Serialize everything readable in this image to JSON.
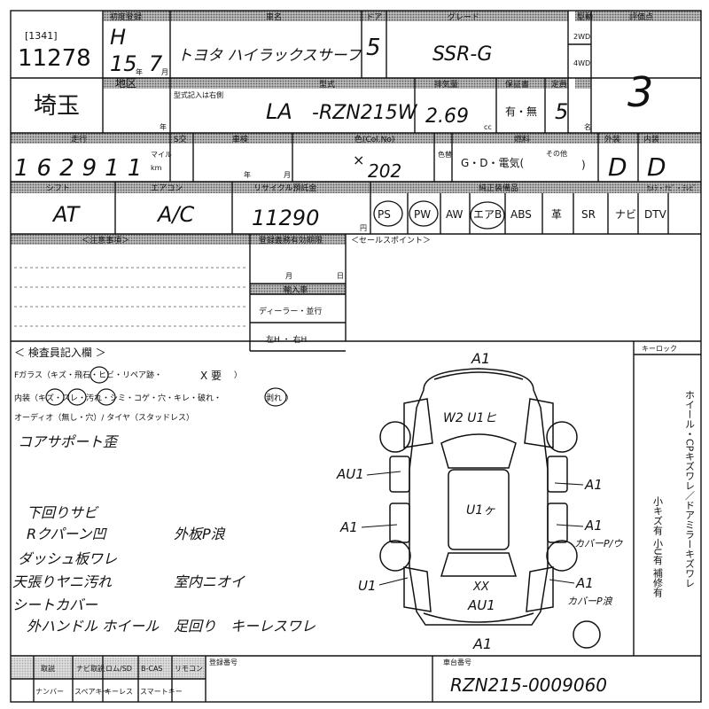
{
  "header": {
    "lot_code": "[1341]",
    "lot_number": "11278",
    "era": "H",
    "year": "15",
    "month": "7",
    "car_name": "トヨタ ハイラックスサーフ",
    "doors": "5",
    "grade": "SSR-G",
    "drive_2wd": "2WD",
    "drive_4wd": "4WD",
    "score": "3",
    "labels": {
      "reg": "初度登録",
      "car_name": "車名",
      "door": "ドア",
      "grade": "グレード",
      "drive": "駆動",
      "score": "評価点",
      "year": "年",
      "month": "月"
    }
  },
  "row2": {
    "region": "埼玉",
    "model_prefix": "LA",
    "model_code": "-RZN215W",
    "engine_cc": "2.69",
    "warranty": "有・無",
    "capacity": "5",
    "labels": {
      "region": "地区",
      "type": "型式",
      "model_note": "型式記入は右側",
      "displacement": "排気量",
      "warranty": "保証書",
      "capacity": "定員",
      "year": "年",
      "cc": "cc",
      "persons": "名"
    }
  },
  "row3": {
    "mileage": "162911",
    "mile_unit": "マイル",
    "km_unit": "km",
    "color_code": "202",
    "color_mark": "×",
    "fuel": "G・D・電気(",
    "fuel_other": "その他",
    "fuel_close": ")",
    "exterior": "D",
    "interior": "D",
    "labels": {
      "mileage": "走行",
      "swap": "S交",
      "inspection": "車検",
      "color": "色(Col.No)",
      "color_change": "色替",
      "fuel": "燃料",
      "exterior": "外装",
      "interior": "内装",
      "year": "年",
      "month": "月"
    }
  },
  "row4": {
    "transmission": "AT",
    "aircon": "A/C",
    "recycle_fee": "11290",
    "yen": "円",
    "labels": {
      "shift": "シフト",
      "aircon": "エアコン",
      "recycle": "リサイクル預託金",
      "equipment": "純正装備品",
      "nav_note": "ｶﾒﾗ・ﾅﾋﾞ・ﾃﾚﾋﾞ"
    },
    "equipment": [
      "PS",
      "PW",
      "AW",
      "エアB",
      "ABS",
      "革",
      "SR",
      "ナビ",
      "DTV"
    ]
  },
  "notes": {
    "caution_label": "＜注意事項＞",
    "registration_label": "登録義務有効期限",
    "month_label": "月",
    "day_label": "日",
    "import_label": "輸入車",
    "dealer_label": "ディーラー・並行",
    "handle_label": "左H ・ 右H",
    "sales_point_label": "＜セールスポイント＞"
  },
  "inspector": {
    "title": "＜ 検査員記入欄 ＞",
    "glass_line": "Fガラス（キズ・飛石・ヒビ・リペア跡・",
    "glass_mark": "X 要",
    "glass_close": "）",
    "interior_line": "内装（キズ・スレ・汚れ・シミ・コゲ・穴・キレ・破れ・",
    "interior_mark": "剥れ",
    "interior_close": "）",
    "audio_line": "オーディオ（無し・穴）/ タイヤ（スタッドレス）",
    "comments": [
      "コアサポート歪",
      "下回りサビ",
      "Rクパーン凹",
      "外板P浪",
      "ダッシュ板ワレ",
      "天張りヤニ汚れ",
      "室内ニオイ",
      "シートカバー",
      "外ハンドル ホイール",
      "足回り",
      "キーレスワレ"
    ]
  },
  "diagram": {
    "marks": [
      {
        "id": "front-top",
        "text": "A1"
      },
      {
        "id": "windshield",
        "text": "W2 U1ヒ"
      },
      {
        "id": "left-front-fender",
        "text": "AU1"
      },
      {
        "id": "right-front-fender",
        "text": "A1"
      },
      {
        "id": "roof",
        "text": "U1ヶ"
      },
      {
        "id": "left-rear-door",
        "text": "A1"
      },
      {
        "id": "right-rear-door",
        "text": "A1"
      },
      {
        "id": "right-rear-note",
        "text": "カバーP/ウ"
      },
      {
        "id": "left-rear-quarter",
        "text": "U1"
      },
      {
        "id": "rear-xx",
        "text": "XX"
      },
      {
        "id": "rear-bumper",
        "text": "AU1"
      },
      {
        "id": "right-quarter",
        "text": "A1"
      },
      {
        "id": "right-quarter-note",
        "text": "カバーP浪"
      },
      {
        "id": "rear-bottom",
        "text": "A1"
      }
    ],
    "key_lock_label": "キーロック",
    "vertical_text": [
      "ホイール・CPキズワレ／ドアミラーキズワレ",
      "小キズ有 小U有 補修有"
    ]
  },
  "footer": {
    "items_row1": [
      "取説",
      "ナビ取説",
      "ロム/SD",
      "B-CAS",
      "リモコン"
    ],
    "items_row2": [
      "ナンバー",
      "スペアキー",
      "キーレス",
      "スマートキー"
    ],
    "registration_number_label": "登録番号",
    "chassis_label": "車台番号",
    "chassis_number": "RZN215-0009060"
  },
  "colors": {
    "ink": "#111111",
    "label_bg": "#9c9c9c",
    "paper": "#ffffff"
  }
}
